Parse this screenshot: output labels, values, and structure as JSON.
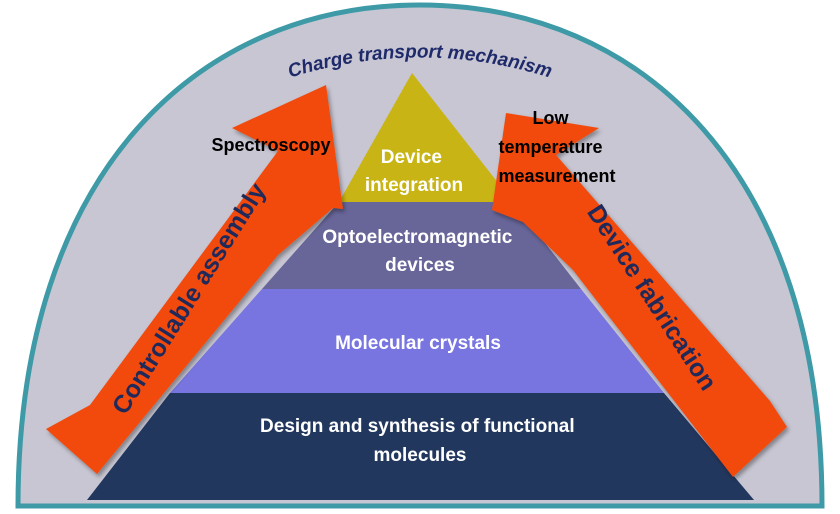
{
  "dome": {
    "title": "Charge transport mechanism",
    "fill": "#c7c6d2",
    "stroke": "#3d9aa6"
  },
  "pyramid": {
    "tiers": [
      {
        "lines": [
          "Device",
          "integration"
        ],
        "color": "#c8b414"
      },
      {
        "lines": [
          "Optoelectromagnetic",
          "devices"
        ],
        "color": "#686699"
      },
      {
        "lines": [
          "Molecular crystals"
        ],
        "color": "#7875e0"
      },
      {
        "lines": [
          "Design and synthesis of functional",
          "molecules"
        ],
        "color": "#22375e"
      }
    ]
  },
  "arrows": {
    "left": {
      "label": "Controllable assembly",
      "color": "#f24a0e"
    },
    "right": {
      "label": "Device fabrication",
      "color": "#f24a0e"
    }
  },
  "side_labels": {
    "left": [
      "Spectroscopy"
    ],
    "right": [
      "Low",
      "temperature",
      "measurement"
    ]
  }
}
